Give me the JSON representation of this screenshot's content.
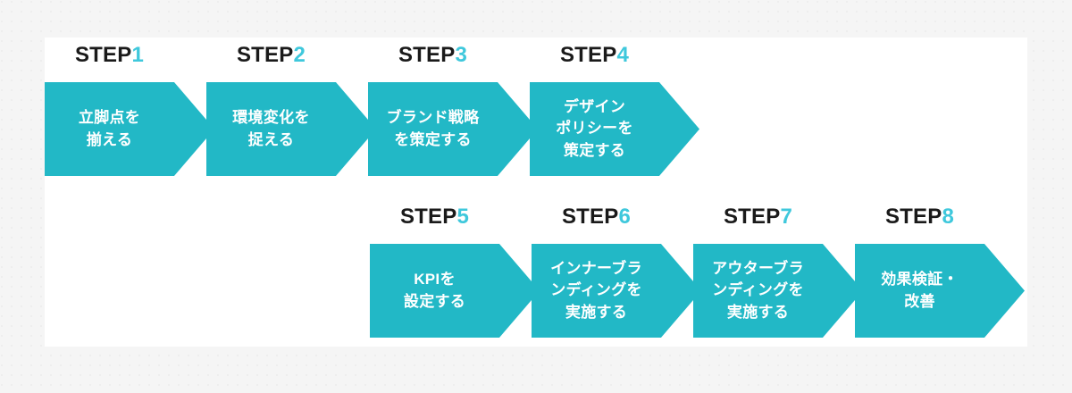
{
  "theme": {
    "background": "#f5f5f5",
    "card_background": "#ffffff",
    "accent": "#22b8c6",
    "number_accent": "#3fc8dc",
    "label_color": "#1a1a1a",
    "chevron_text_color": "#ffffff"
  },
  "diagram": {
    "type": "process-flow-chevrons",
    "rows": [
      {
        "name": "top-row",
        "start_index": 0,
        "steps": [
          {
            "label_prefix": "STEP",
            "number": "1",
            "lines": [
              "立脚点を",
              "揃える"
            ],
            "text": "立脚点を揃える"
          },
          {
            "label_prefix": "STEP",
            "number": "2",
            "lines": [
              "環境変化を",
              "捉える"
            ],
            "text": "環境変化を捉える"
          },
          {
            "label_prefix": "STEP",
            "number": "3",
            "lines": [
              "ブランド戦略",
              "を策定する"
            ],
            "text": "ブランド戦略を策定する"
          },
          {
            "label_prefix": "STEP",
            "number": "4",
            "lines": [
              "デザイン",
              "ポリシーを",
              "策定する"
            ],
            "text": "デザインポリシーを策定する"
          }
        ]
      },
      {
        "name": "bottom-row",
        "start_index": 4,
        "steps": [
          {
            "label_prefix": "STEP",
            "number": "5",
            "lines": [
              "KPIを",
              "設定する"
            ],
            "text": "KPIを設定する"
          },
          {
            "label_prefix": "STEP",
            "number": "6",
            "lines": [
              "インナーブラ",
              "ンディングを",
              "実施する"
            ],
            "text": "インナーブランディングを実施する"
          },
          {
            "label_prefix": "STEP",
            "number": "7",
            "lines": [
              "アウターブラ",
              "ンディングを",
              "実施する"
            ],
            "text": "アウターブランディングを実施する"
          },
          {
            "label_prefix": "STEP",
            "number": "8",
            "lines": [
              "効果検証・",
              "改善"
            ],
            "text": "効果検証・改善"
          }
        ]
      }
    ]
  }
}
